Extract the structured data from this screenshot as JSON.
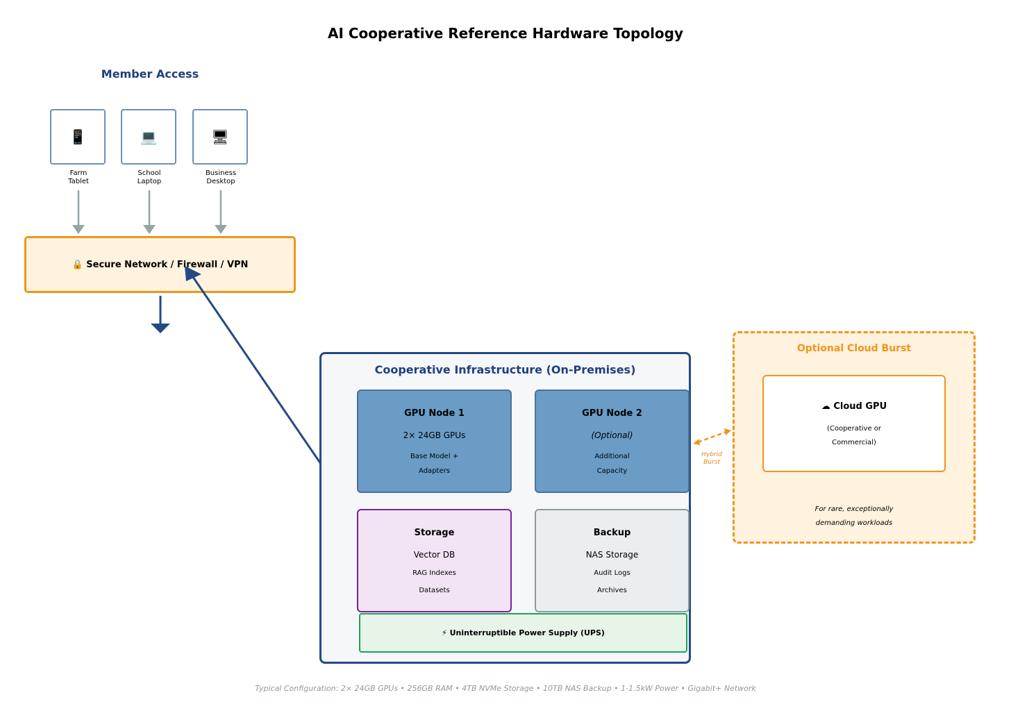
{
  "title": "AI Cooperative Reference Hardware Topology",
  "member_access": {
    "title": "Member Access",
    "devices": [
      {
        "icon": "📱",
        "icon_name": "tablet-icon",
        "label": "Farm\nTablet"
      },
      {
        "icon": "💻",
        "icon_name": "laptop-icon",
        "label": "School\nLaptop"
      },
      {
        "icon": "🖥",
        "icon_name": "desktop-icon",
        "label": "Business\nDesktop"
      }
    ]
  },
  "network": {
    "label": "🔒 Secure Network / Firewall / VPN",
    "icon_name": "lock-icon"
  },
  "infrastructure": {
    "title": "Cooperative Infrastructure (On-Premises)",
    "gpu1": {
      "title": "GPU Node 1",
      "sub": "2× 24GB GPUs",
      "line1": "Base Model +",
      "line2": "Adapters"
    },
    "gpu2": {
      "title": "GPU Node 2",
      "sub": "(Optional)",
      "line1": "Additional",
      "line2": "Capacity"
    },
    "storage": {
      "title": "Storage",
      "sub": "Vector DB",
      "line1": "RAG Indexes",
      "line2": "Datasets"
    },
    "backup": {
      "title": "Backup",
      "sub": "NAS Storage",
      "line1": "Audit Logs",
      "line2": "Archives"
    },
    "ups": {
      "label": "⚡ Uninterruptible Power Supply (UPS)",
      "icon_name": "lightning-icon"
    }
  },
  "cloud": {
    "title": "Optional Cloud Burst",
    "gpu_title": "☁ Cloud GPU",
    "icon_name": "cloud-icon",
    "gpu_line1": "(Cooperative or",
    "gpu_line2": "Commercial)",
    "note_line1": "For rare, exceptionally",
    "note_line2": "demanding workloads"
  },
  "burst_label": "Hybrid\nBurst",
  "footer": "Typical Configuration: 2× 24GB GPUs • 256GB RAM • 4TB NVMe Storage • 10TB NAS Backup • 1-1.5kW Power • Gigabit+ Network",
  "colors": {
    "navy": "#234a86",
    "orange": "#f0951a",
    "gray_arrow": "#95a5a6",
    "gpu_fill": "#6a9cc6",
    "storage_border": "#7b1fa2",
    "ups_border": "#1aa35a"
  }
}
